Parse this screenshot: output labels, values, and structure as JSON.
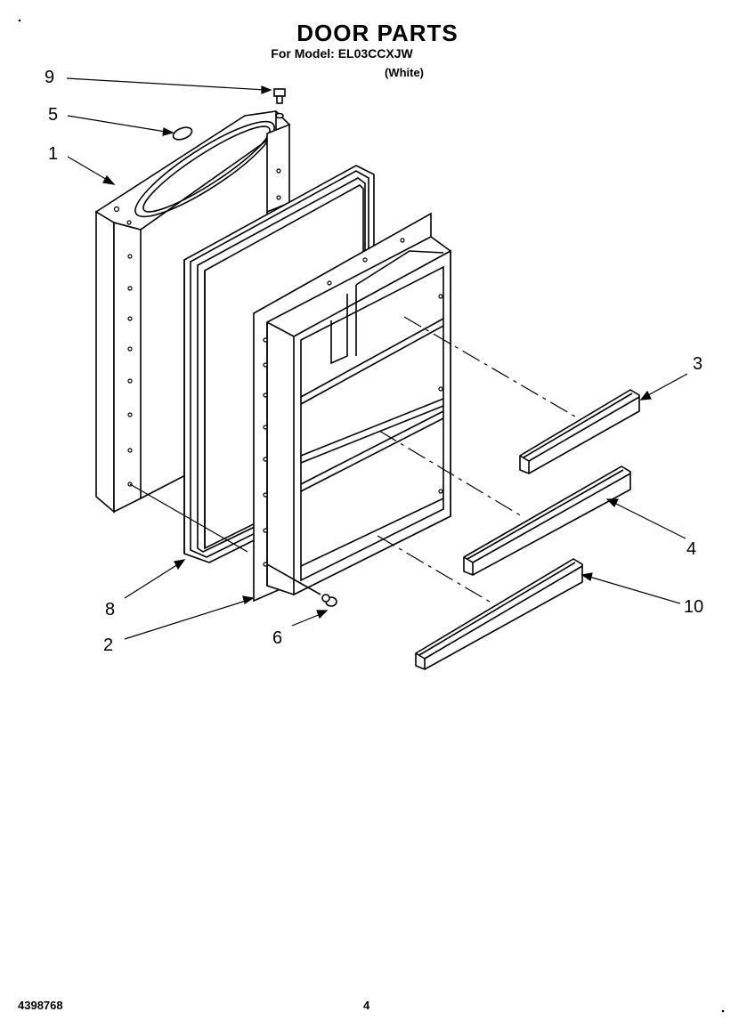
{
  "header": {
    "title": "DOOR PARTS",
    "model_line": "For Model: EL03CCXJW",
    "color_line": "(White)"
  },
  "callouts": {
    "c1": "1",
    "c2": "2",
    "c3": "3",
    "c4": "4",
    "c5": "5",
    "c6": "6",
    "c8": "8",
    "c9": "9",
    "c10": "10"
  },
  "footer": {
    "doc_number": "4398768",
    "page_number": "4"
  }
}
